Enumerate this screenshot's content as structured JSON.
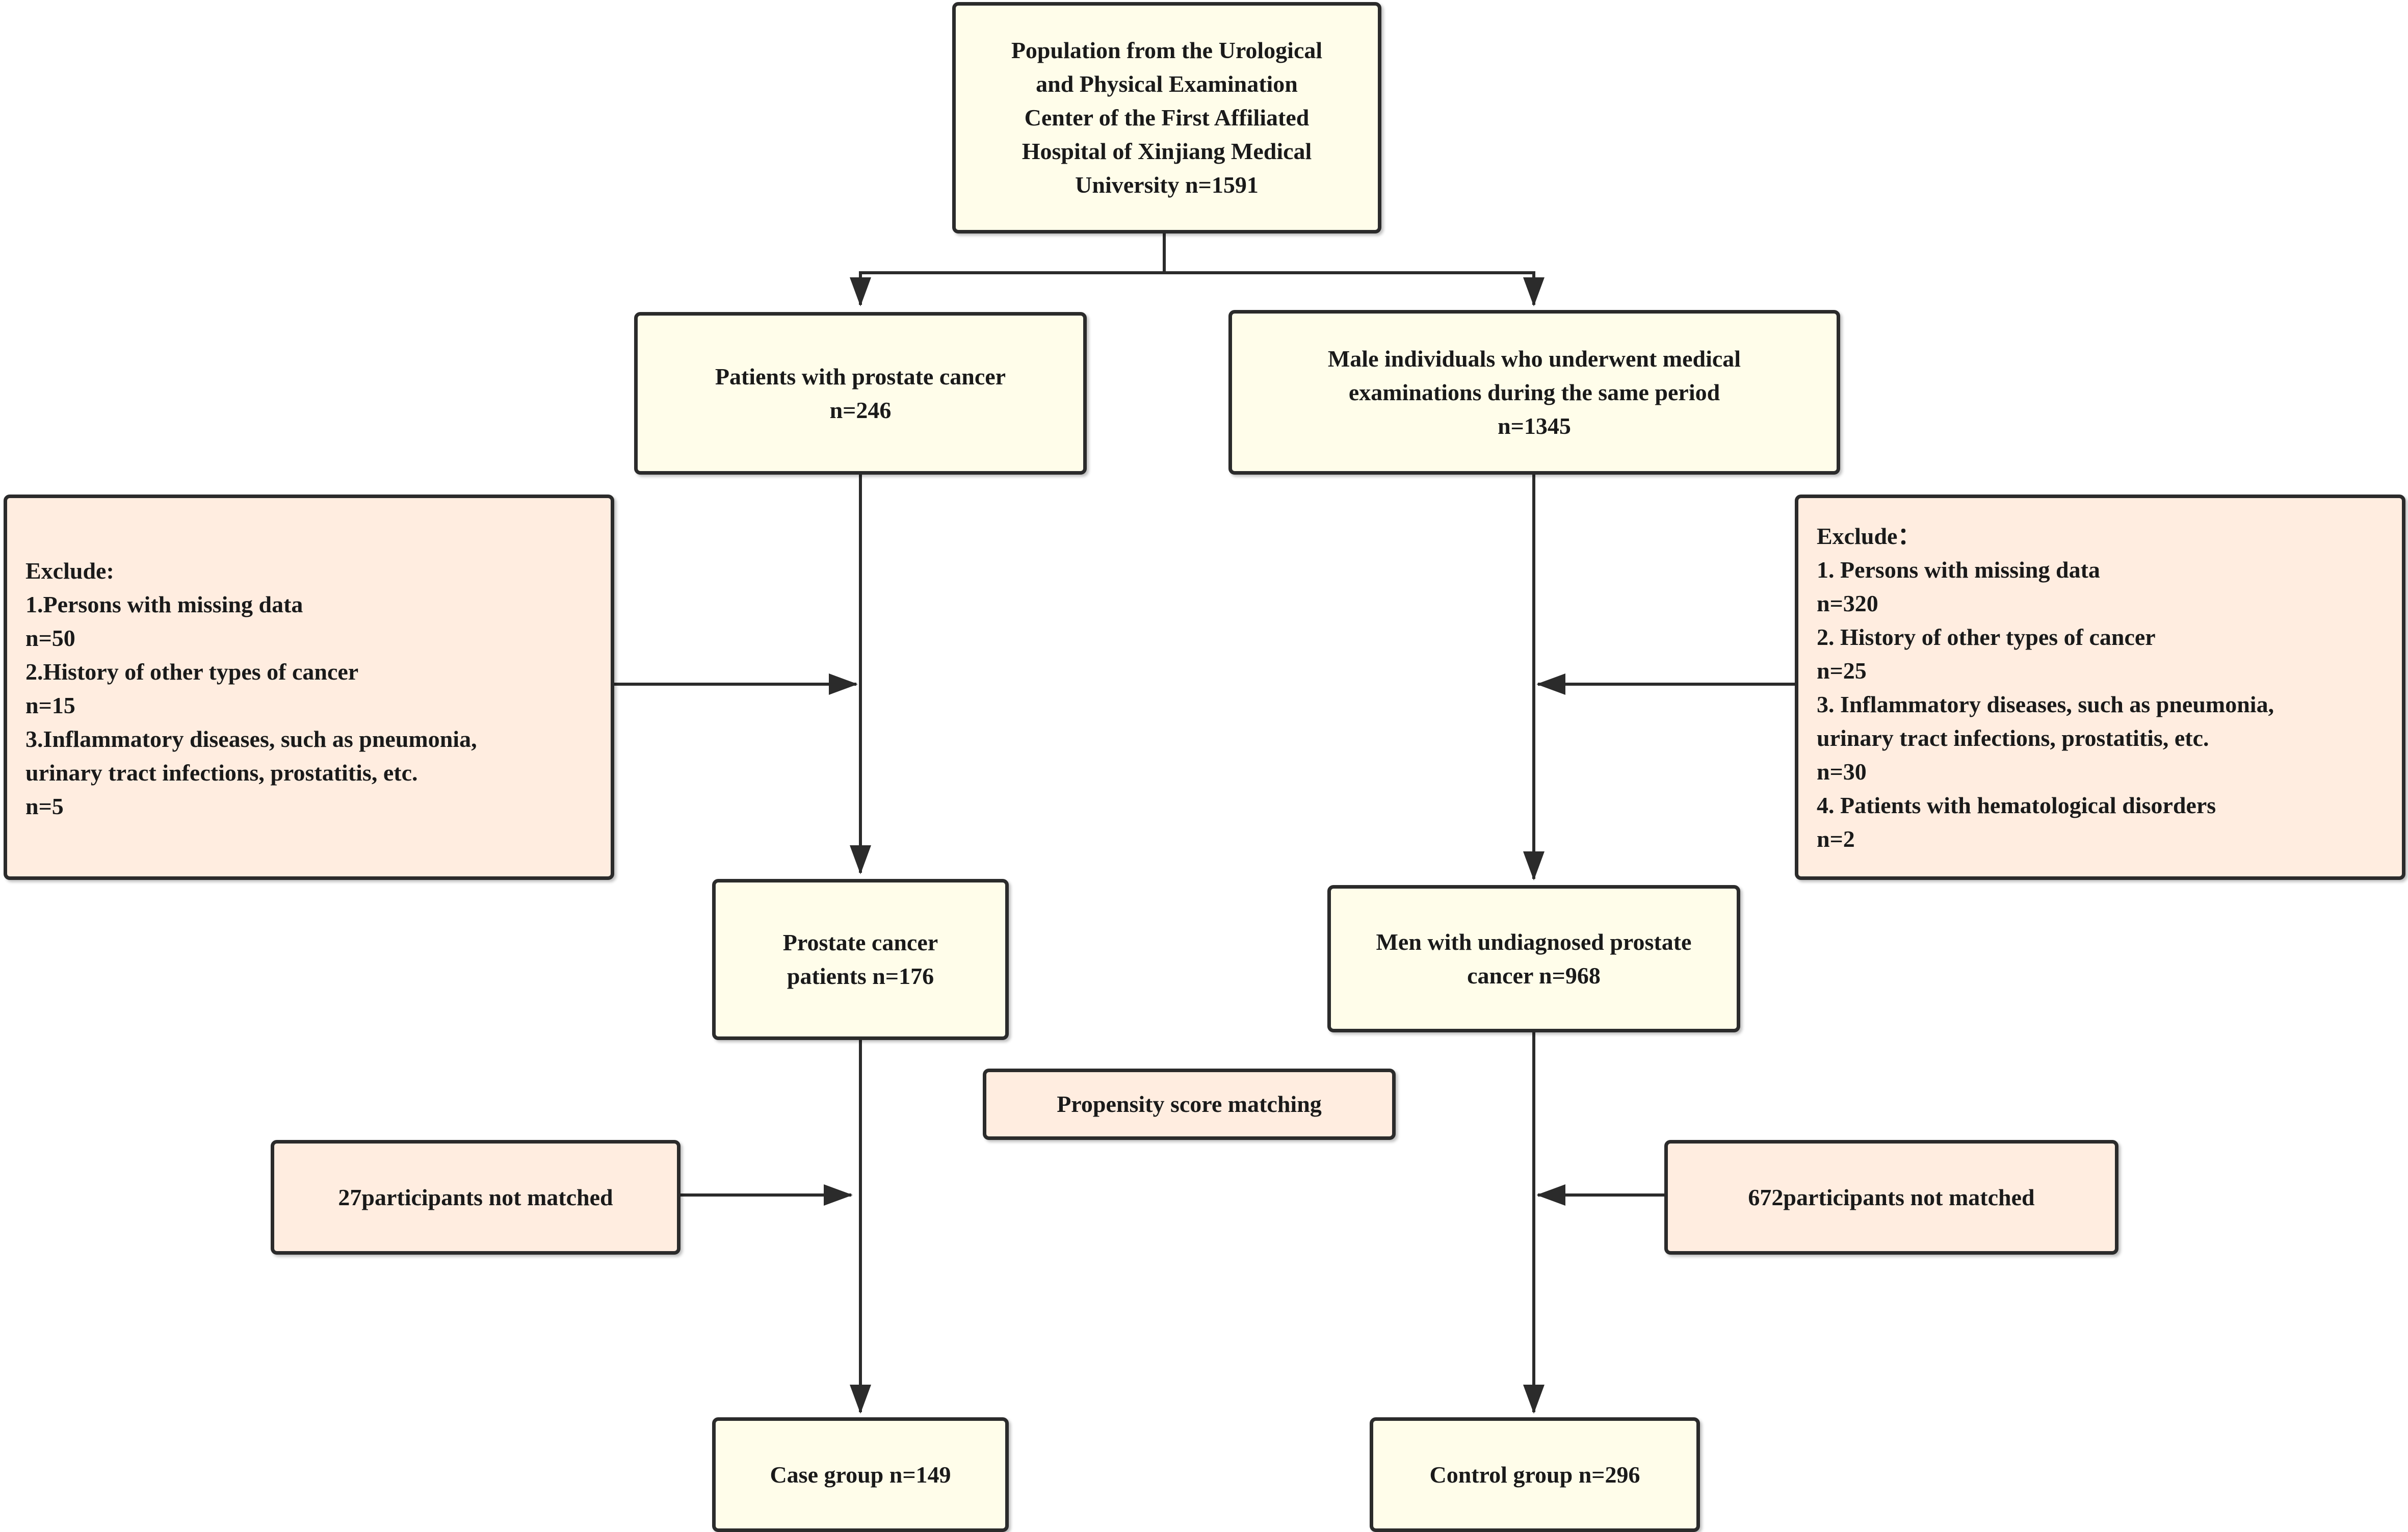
{
  "diagram": {
    "top_box": {
      "lines": [
        "Population from the Urological",
        "and Physical Examination",
        "Center of the First Affiliated",
        "Hospital of Xinjiang Medical",
        "University n=1591"
      ]
    },
    "prostate_cancer_box": {
      "lines": [
        "Patients with prostate cancer",
        "n=246"
      ]
    },
    "male_exam_box": {
      "lines": [
        "Male individuals who underwent medical",
        "examinations during the same period",
        "n=1345"
      ]
    },
    "exclude_left": {
      "lines": [
        "Exclude:",
        "1.Persons with missing data",
        "n=50",
        "2.History of other types of cancer",
        "n=15",
        "3.Inflammatory diseases, such as pneumonia,",
        "urinary tract infections, prostatitis, etc.",
        "n=5"
      ]
    },
    "exclude_right": {
      "lines": [
        "Exclude：",
        "1. Persons with missing data",
        "n=320",
        "2. History of other types of cancer",
        "n=25",
        "3. Inflammatory diseases, such as pneumonia,",
        "urinary tract infections, prostatitis, etc.",
        "n=30",
        "4. Patients with hematological disorders",
        "n=2"
      ]
    },
    "pc_patients_box": {
      "lines": [
        "Prostate cancer",
        "patients n=176"
      ]
    },
    "undiagnosed_box": {
      "lines": [
        "Men with undiagnosed prostate",
        "cancer n=968"
      ]
    },
    "psm_box": {
      "lines": [
        "Propensity score matching"
      ]
    },
    "not_matched_left": {
      "lines": [
        "27participants not matched"
      ]
    },
    "not_matched_right": {
      "lines": [
        "672participants not matched"
      ]
    },
    "case_group_box": {
      "lines": [
        "Case group n=149"
      ]
    },
    "control_group_box": {
      "lines": [
        "Control group n=296"
      ]
    }
  },
  "colors": {
    "box_fill": "#fffdea",
    "exclude_fill": "#ffede0",
    "border": "#2b2b2b"
  }
}
